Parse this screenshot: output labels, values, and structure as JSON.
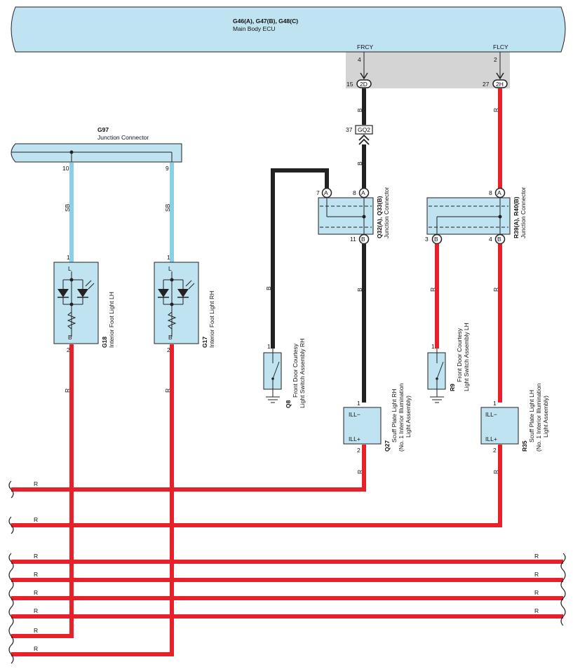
{
  "ecu": {
    "code": "G46(A), G47(B), G48(C)",
    "name": "Main Body ECU",
    "frcy_label": "FRCY",
    "flcy_label": "FLCY",
    "frcy_pin": "4",
    "flcy_pin": "2",
    "pin_2d": "2D",
    "pin_2d_num": "15",
    "pin_2h": "2H",
    "pin_2h_num": "27"
  },
  "jc_g97": {
    "code": "G97",
    "name": "Junction Connector",
    "pin_10": "10",
    "pin_9": "9"
  },
  "gq2": {
    "label": "GQ2",
    "pin": "37"
  },
  "jc_q32": {
    "code": "Q32(A), Q33(B)",
    "name": "Junction Connector",
    "pin_7": "7",
    "pin_8": "8",
    "pin_11": "11",
    "conn_a": "A",
    "conn_b": "B"
  },
  "jc_r39": {
    "code": "R39(A), R40(B)",
    "name": "Junction Connector",
    "pin_8": "8",
    "pin_3": "3",
    "pin_4": "4",
    "conn_a": "A",
    "conn_b": "B"
  },
  "g18": {
    "code": "G18",
    "name": "Interior Foot Light LH",
    "pin_1": "1",
    "pin_2": "2",
    "term_l": "L",
    "term_b": "B"
  },
  "g17": {
    "code": "G17",
    "name": "Interior Foot Light RH",
    "pin_1": "1",
    "pin_2": "2",
    "term_l": "L",
    "term_b": "B"
  },
  "q8": {
    "code": "Q8",
    "name_l1": "Front Door Courtesy",
    "name_l2": "Light Switch Assembly RH",
    "pin": "1"
  },
  "r9": {
    "code": "R9",
    "name_l1": "Front Door Courtesy",
    "name_l2": "Light Switch Assembly LH",
    "pin": "1"
  },
  "q27": {
    "code": "Q27",
    "name_l1": "Scuff Plate Light RH",
    "name_l2": "(No. 1 Interior Illumination",
    "name_l3": "Light Assembly)",
    "pin_1": "1",
    "pin_2": "2",
    "ill_minus": "ILL−",
    "ill_plus": "ILL+"
  },
  "r35": {
    "code": "R35",
    "name_l1": "Scuff Plate Light LH",
    "name_l2": "(No. 1 Interior Illumination",
    "name_l3": "Light Assembly)",
    "pin_1": "1",
    "pin_2": "2",
    "ill_minus": "ILL−",
    "ill_plus": "ILL+"
  },
  "wires": {
    "b": "B",
    "r": "R",
    "sb": "SB"
  },
  "colors": {
    "ecu_fill": "#bfe3f0",
    "gray_band": "#d4d4d4",
    "wire_red": "#e8202a",
    "wire_black": "#222222",
    "wire_sb": "#8ccfe8",
    "comp_fill": "#bfe3f0"
  }
}
